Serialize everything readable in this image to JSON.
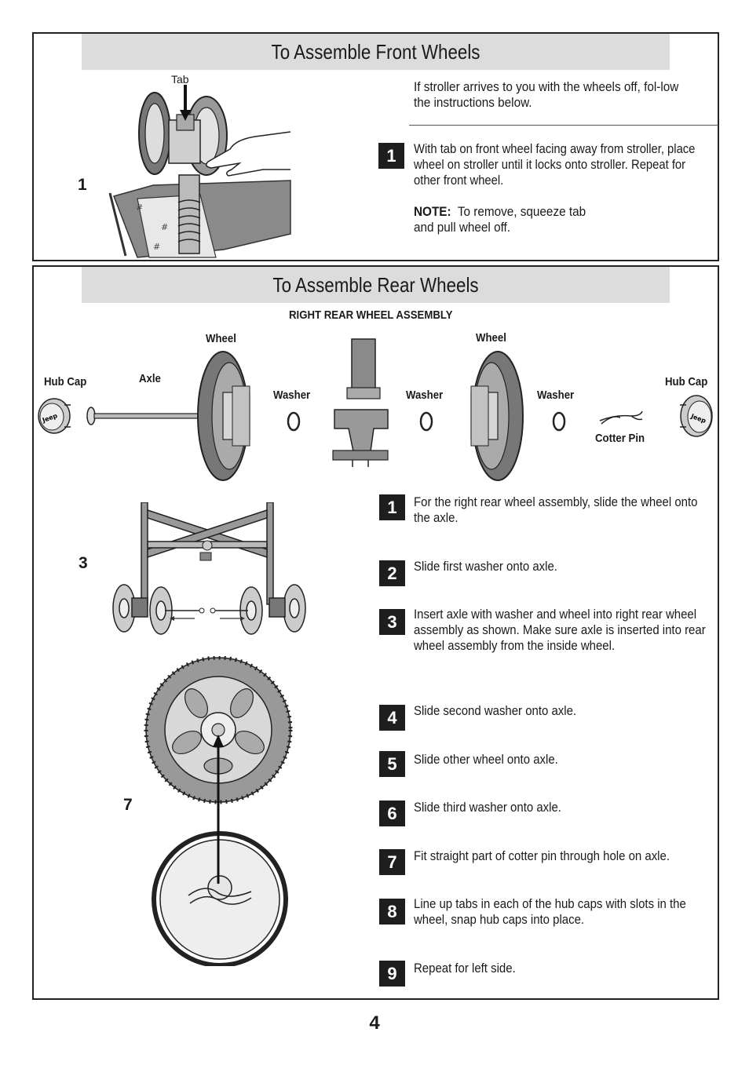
{
  "front": {
    "title": "To Assemble Front Wheels",
    "fig_number": "1",
    "tab_label": "Tab",
    "intro": "If stroller arrives to you with the wheels off, fol-low the instructions below.",
    "step_number": "1",
    "step_text": "With tab on front wheel facing away from stroller, place wheel on stroller until it locks onto stroller. Repeat for other front wheel.",
    "note_label": "NOTE:",
    "note_text": "To remove, squeeze tab and pull wheel off."
  },
  "rear": {
    "title": "To Assemble Rear Wheels",
    "diagram_title": "RIGHT REAR WHEEL ASSEMBLY",
    "labels": {
      "hub_cap_left": "Hub Cap",
      "axle": "Axle",
      "wheel_left": "Wheel",
      "washer_1": "Washer",
      "washer_2": "Washer",
      "wheel_right": "Wheel",
      "washer_3": "Washer",
      "cotter_pin": "Cotter Pin",
      "hub_cap_right": "Hub Cap",
      "jeep_left": "Jeep",
      "jeep_right": "Jeep"
    },
    "fig3_number": "3",
    "fig7_number": "7",
    "steps": [
      {
        "num": "1",
        "text": "For the right rear wheel assembly, slide the wheel onto the axle."
      },
      {
        "num": "2",
        "text": "Slide first washer onto axle."
      },
      {
        "num": "3",
        "text": "Insert axle with washer and wheel into right rear wheel assembly as shown. Make sure axle is inserted into rear wheel assembly from the inside wheel."
      },
      {
        "num": "4",
        "text": "Slide second washer onto axle."
      },
      {
        "num": "5",
        "text": "Slide other wheel onto axle."
      },
      {
        "num": "6",
        "text": "Slide third washer onto axle."
      },
      {
        "num": "7",
        "text": "Fit straight part of cotter pin through hole on axle."
      },
      {
        "num": "8",
        "text": "Line up tabs in each of the hub caps with slots in the wheel, snap hub caps into place."
      },
      {
        "num": "9",
        "text": "Repeat for left side."
      }
    ]
  },
  "page_number": "4"
}
